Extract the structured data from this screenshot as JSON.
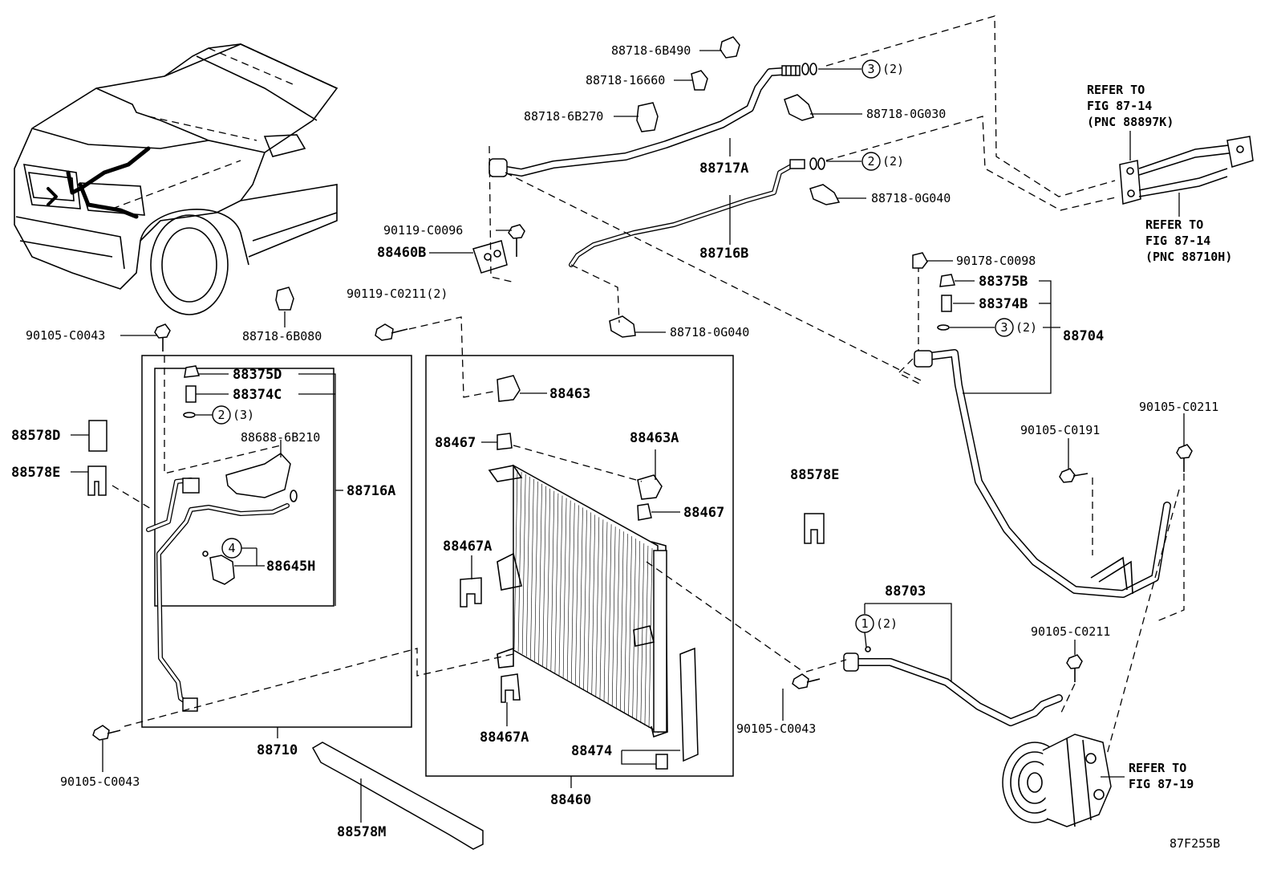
{
  "figure_code": "87F255B",
  "labels": {
    "p88718_6B490": "88718-6B490",
    "p88718_16660": "88718-16660",
    "p88718_6B270": "88718-6B270",
    "p88718_0G030": "88718-0G030",
    "p88717A": "88717A",
    "p88718_0G040_a": "88718-0G040",
    "p88716B": "88716B",
    "p88718_0G040_b": "88718-0G040",
    "p90119_C0096": "90119-C0096",
    "p88460B": "88460B",
    "p90119_C0211": "90119-C0211(2)",
    "p88718_6B080": "88718-6B080",
    "p90105_C0043_a": "90105-C0043",
    "p88375D": "88375D",
    "p88374C": "88374C",
    "p88688_6B210": "88688-6B210",
    "p88716A": "88716A",
    "p88645H": "88645H",
    "p88578D": "88578D",
    "p88578E_a": "88578E",
    "p88710": "88710",
    "p90105_C0043_b": "90105-C0043",
    "p88578M": "88578M",
    "p88463": "88463",
    "p88467_a": "88467",
    "p88463A": "88463A",
    "p88467_b": "88467",
    "p88467A_a": "88467A",
    "p88467A_b": "88467A",
    "p88474": "88474",
    "p88460": "88460",
    "p88578E_b": "88578E",
    "p90178_C0098": "90178-C0098",
    "p88375B": "88375B",
    "p88374B": "88374B",
    "p88704": "88704",
    "p90105_C0191": "90105-C0191",
    "p90105_C0211_a": "90105-C0211",
    "p88703": "88703",
    "p90105_C0211_b": "90105-C0211",
    "p90105_C0043_c": "90105-C0043"
  },
  "callouts": {
    "c3_top": {
      "num": "3",
      "qty": "(2)"
    },
    "c2_top": {
      "num": "2",
      "qty": "(2)"
    },
    "c2_left": {
      "num": "2",
      "qty": "(3)"
    },
    "c4": {
      "num": "4"
    },
    "c3_right": {
      "num": "3",
      "qty": "(2)"
    },
    "c1": {
      "num": "1",
      "qty": "(2)"
    }
  },
  "notes": {
    "refer_top": [
      "REFER TO",
      "FIG 87-14",
      "(PNC 88897K)"
    ],
    "refer_mid": [
      "REFER TO",
      "FIG 87-14",
      "(PNC 88710H)"
    ],
    "refer_bottom": [
      "REFER TO",
      "FIG 87-19"
    ]
  }
}
